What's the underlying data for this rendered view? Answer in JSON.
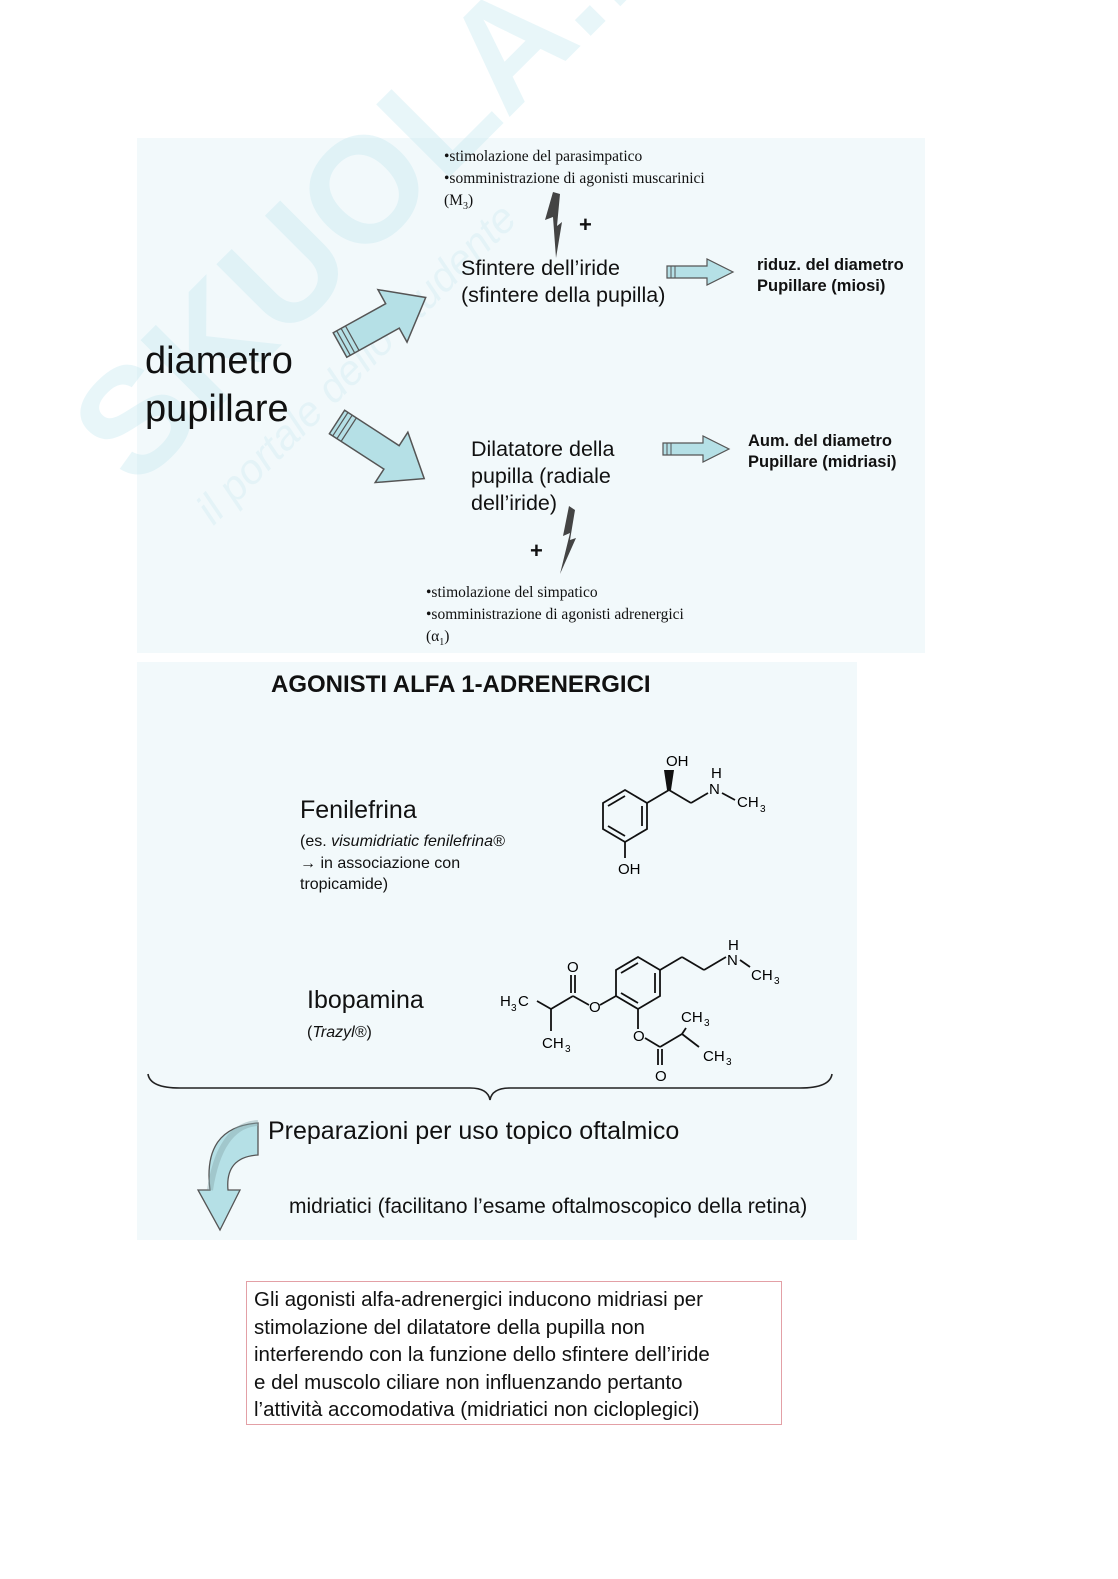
{
  "watermark": {
    "brand": "SKUOLA.net",
    "tagline": "il portale dello studente"
  },
  "diagram": {
    "main_label": [
      "diametro",
      "pupillare"
    ],
    "upper": {
      "bullets": [
        "•stimolazione del parasimpatico",
        "•somministrazione di agonisti muscarinici"
      ],
      "receptor": {
        "base": "(M",
        "sub": "3",
        "close": ")"
      },
      "plus": "+",
      "muscle": [
        "Sfintere dell’iride",
        "(sfintere della pupilla)"
      ],
      "effect": [
        "riduz. del diametro",
        "Pupillare (miosi)"
      ]
    },
    "lower": {
      "muscle": [
        "Dilatatore della",
        "pupilla (radiale",
        "dell’iride)"
      ],
      "plus": "+",
      "effect": [
        "Aum. del diametro",
        "Pupillare (midriasi)"
      ],
      "bullets": [
        "•stimolazione del simpatico",
        "•somministrazione di agonisti adrenergici"
      ],
      "receptor": {
        "base": "(α",
        "sub": "1",
        "close": ")"
      }
    }
  },
  "agonists": {
    "heading": "AGONISTI ALFA 1-ADRENERGICI",
    "drugs": [
      {
        "name": "Fenilefrina",
        "note_prefix": "(es. ",
        "note_brand": "visumidriatic fenilefrina®",
        "note_line2": "→ in associazione con",
        "note_line3": "tropicamide)",
        "structure_labels": {
          "oh_top": "OH",
          "nh": "H",
          "n": "N",
          "ch3": "CH",
          "ch3_sub": "3",
          "oh_bottom": "OH"
        }
      },
      {
        "name": "Ibopamina",
        "note_prefix": "(",
        "note_brand": "Trazyl®",
        "note_suffix": ")",
        "structure_labels": {
          "h3c": "H",
          "h3c_sub": "3",
          "h3c_c": "C",
          "o": "O",
          "ch3": "CH",
          "ch3_sub": "3",
          "nh": "H",
          "n": "N"
        }
      }
    ],
    "use_heading": "Preparazioni per uso topico oftalmico",
    "use_detail": "midriatici (facilitano l’esame oftalmoscopico della retina)"
  },
  "note": [
    "Gli agonisti alfa-adrenergici inducono midriasi per",
    "stimolazione del dilatatore della pupilla non",
    "interferendo con la funzione dello sfintere dell’iride",
    "e del muscolo ciliare non influenzando pertanto",
    "l’attività accomodativa (midriatici non cicloplegici)"
  ]
}
